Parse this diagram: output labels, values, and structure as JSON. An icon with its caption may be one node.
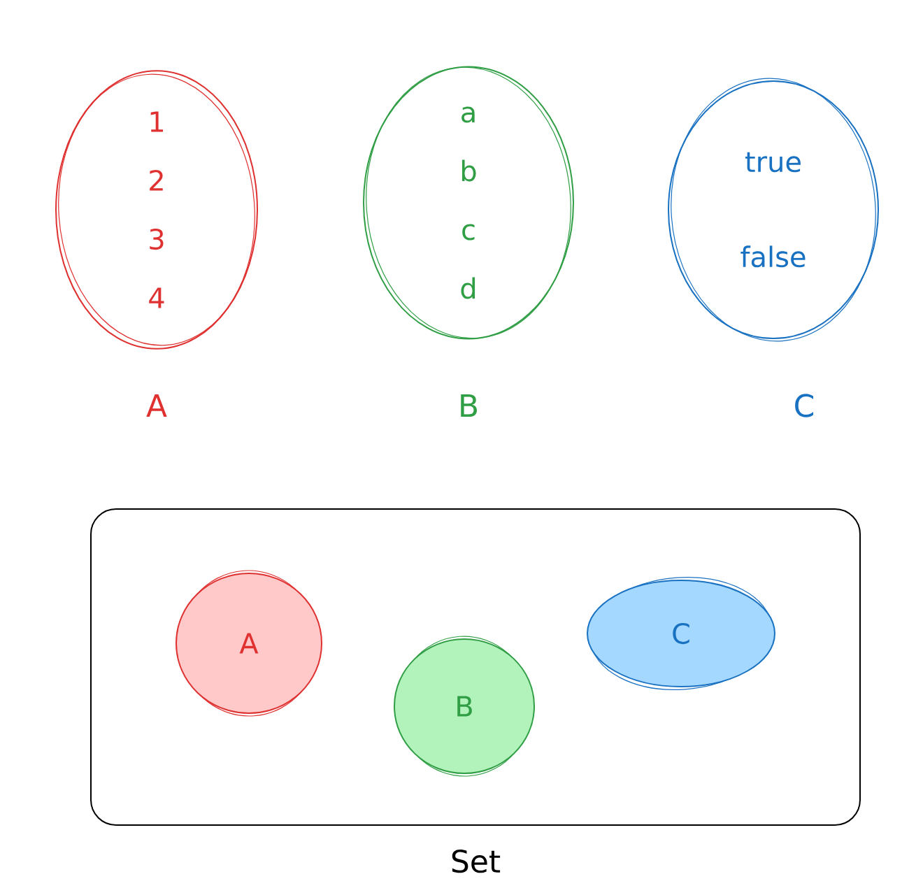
{
  "diagram": {
    "nodes": [
      {
        "text": [
          "1",
          "2",
          "3",
          "4"
        ],
        "beside": [
          "A"
        ]
      },
      {
        "text": [
          "a",
          "b",
          "c",
          "d"
        ],
        "beside": [
          "B"
        ]
      },
      {
        "text": [
          "true",
          "false"
        ],
        "beside": [
          "C"
        ]
      },
      {
        "text": [
          "Set"
        ]
      },
      {
        "text": [
          "A"
        ],
        "in": 3
      },
      {
        "text": [
          "B"
        ],
        "in": 3
      },
      {
        "text": [
          "C"
        ],
        "in": 3
      }
    ]
  }
}
